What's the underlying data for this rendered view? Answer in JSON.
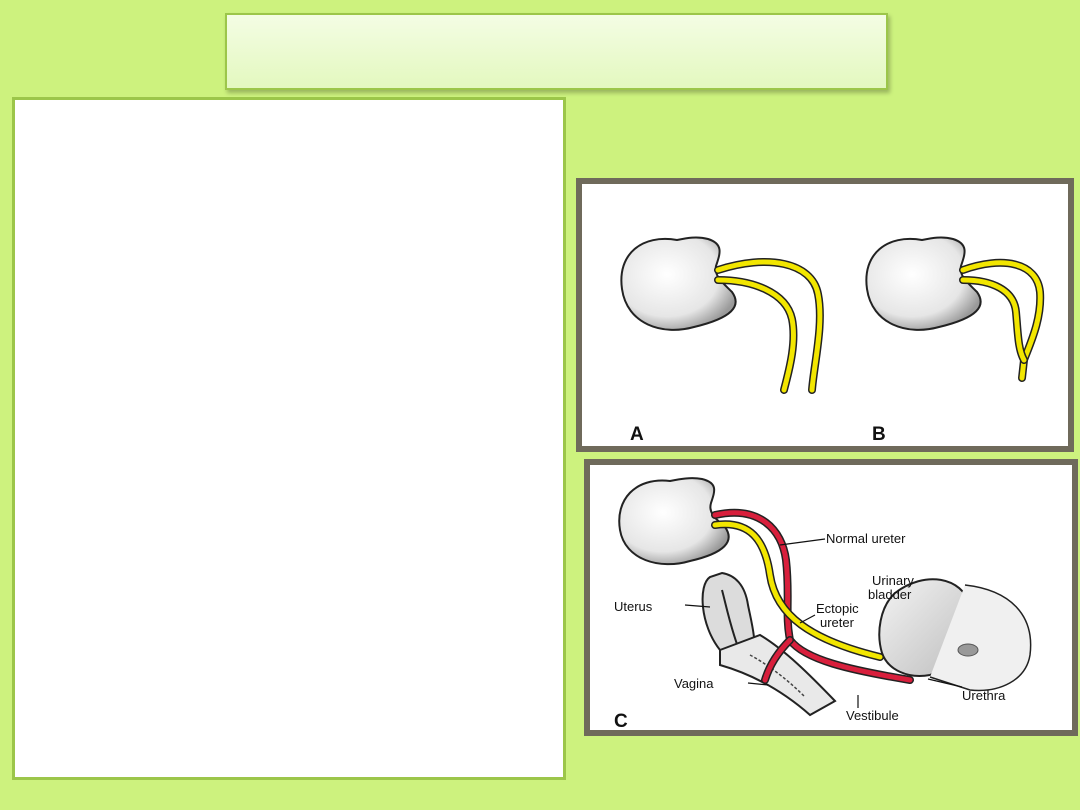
{
  "title_bar": {
    "text": ""
  },
  "text_panel": {
    "text": ""
  },
  "figure_ab": {
    "label_a": "A",
    "label_b": "B"
  },
  "figure_c": {
    "label_c": "C",
    "normal_ureter": "Normal ureter",
    "urinary_bladder_line1": "Urinary",
    "urinary_bladder_line2": "bladder",
    "uterus": "Uterus",
    "ectopic_ureter_line1": "Ectopic",
    "ectopic_ureter_line2": "ureter",
    "vagina": "Vagina",
    "urethra": "Urethra",
    "vestibule": "Vestibule"
  },
  "colors": {
    "background": "#cdf27e",
    "normal_ureter": "#f2e600",
    "ectopic_ureter": "#d81f3c",
    "frame": "#6f6a5b"
  }
}
